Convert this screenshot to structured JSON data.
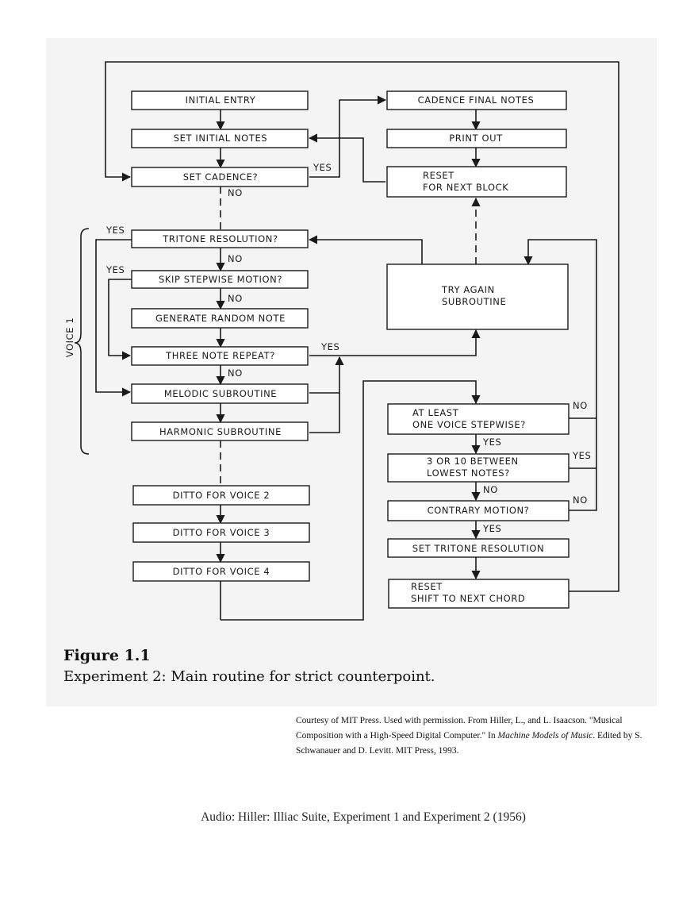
{
  "diagram": {
    "nodes": {
      "initial_entry": "INITIAL ENTRY",
      "set_initial_notes": "SET INITIAL NOTES",
      "set_cadence": "SET CADENCE?",
      "cadence_final_notes": "CADENCE FINAL NOTES",
      "print_out": "PRINT OUT",
      "reset_next_block": [
        "RESET",
        "FOR NEXT BLOCK"
      ],
      "tritone_resolution": "TRITONE RESOLUTION?",
      "skip_stepwise_motion": "SKIP STEPWISE MOTION?",
      "generate_random_note": "GENERATE RANDOM NOTE",
      "three_note_repeat": "THREE NOTE REPEAT?",
      "melodic_subroutine": "MELODIC SUBROUTINE",
      "harmonic_subroutine": "HARMONIC SUBROUTINE",
      "try_again_subroutine": [
        "TRY AGAIN",
        "SUBROUTINE"
      ],
      "ditto_voice_2": "DITTO FOR VOICE 2",
      "ditto_voice_3": "DITTO FOR VOICE 3",
      "ditto_voice_4": "DITTO FOR VOICE 4",
      "at_least_one_voice_stepwise": [
        "AT LEAST",
        "ONE VOICE STEPWISE?"
      ],
      "between_lowest_notes": [
        "3 OR 10 BETWEEN",
        "LOWEST NOTES?"
      ],
      "contrary_motion": "CONTRARY MOTION?",
      "set_tritone_resolution": "SET TRITONE RESOLUTION",
      "reset_shift_next_chord": [
        "RESET",
        "SHIFT TO NEXT CHORD"
      ]
    },
    "yes": "YES",
    "no": "NO",
    "brace_label": "VOICE 1"
  },
  "figure": {
    "title": "Figure 1.1",
    "caption": "Experiment 2: Main routine for strict counterpoint."
  },
  "credit": {
    "part1": "Courtesy of MIT Press. Used with permission. From Hiller, L., and L. Isaacson. \"Musical Composition with a High-Speed Digital Computer.\" In ",
    "book": "Machine Models of Music",
    "part2": ". Edited by S. Schwanauer and D. Levitt. MIT Press, 1993."
  },
  "audio": "Audio: Hiller: Illiac Suite, Experiment 1 and Experiment 2 (1956)"
}
